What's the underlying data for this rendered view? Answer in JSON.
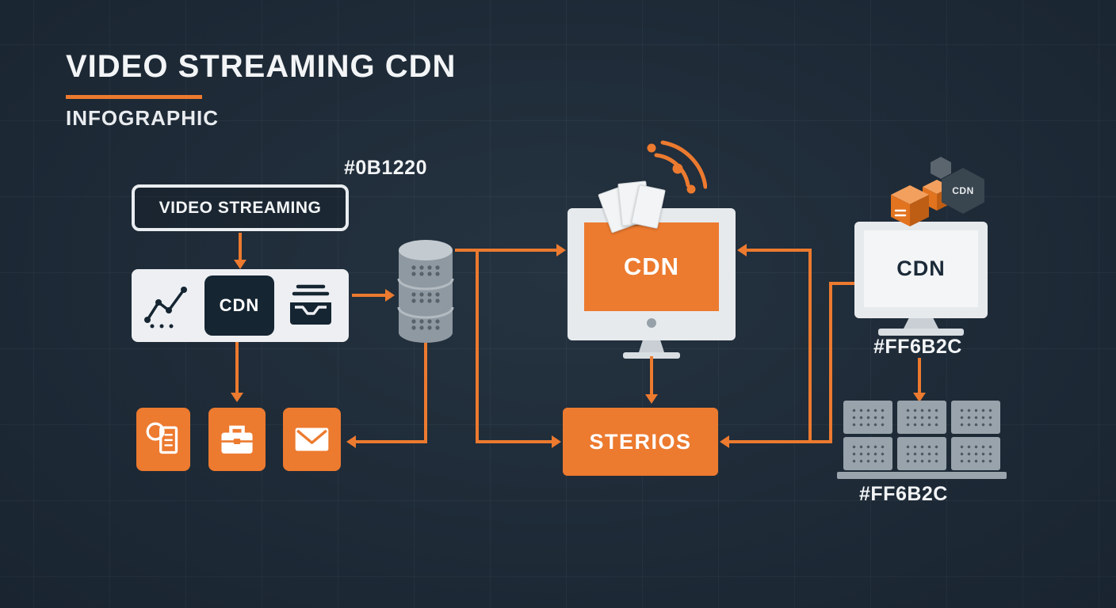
{
  "colors": {
    "background": "#1E2C3A",
    "accent": "#EC7A2F",
    "panel": "#EDEFF2",
    "dark_navy": "#152532",
    "gray": "#9AA4AC",
    "text_light": "#F2F4F6"
  },
  "header": {
    "title": "VIDEO STREAMING CDN",
    "subtitle": "INFOGRAPHIC"
  },
  "nodes": {
    "source_label": "VIDEO STREAMING",
    "cdn_chip_label": "CDN",
    "center_monitor_label": "CDN",
    "sterios_label": "STERIOS",
    "right_monitor_label": "CDN",
    "cdn_badge_label": "CDN"
  },
  "labels": {
    "database_hex": "#0B1220",
    "right_monitor_hex": "#FF6B2C",
    "servers_hex": "#FF6B2C"
  },
  "icons": {
    "panel_icons": [
      "line-chart-icon",
      "cdn-chip",
      "inbox-icon"
    ],
    "orange_icons": [
      "report-icon",
      "briefcase-icon",
      "envelope-icon"
    ],
    "decorations": [
      "wifi-signal-icon",
      "papers-icon",
      "cube-stack-icon",
      "cdn-hexagon-badge",
      "database-cylinder-icon",
      "server-rack-icon"
    ]
  }
}
